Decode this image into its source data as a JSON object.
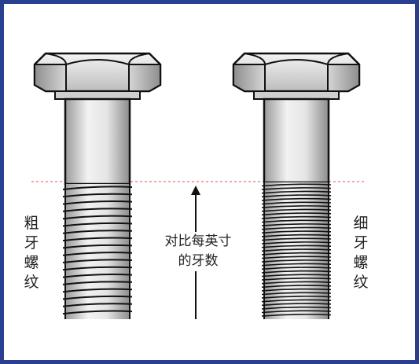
{
  "left_label": [
    "粗",
    "牙",
    "螺",
    "纹"
  ],
  "right_label": [
    "细",
    "牙",
    "螺",
    "纹"
  ],
  "center_caption": [
    "对比每英寸",
    "的牙数"
  ],
  "colors": {
    "frame": "#2a3f8f",
    "reference_line": "#d9534f",
    "arrow": "#111111",
    "metal_light": "#eeeeee",
    "metal_dark": "#8a8a8a"
  },
  "icons": [
    "coarse-thread-bolt",
    "fine-thread-bolt",
    "up-arrow"
  ]
}
